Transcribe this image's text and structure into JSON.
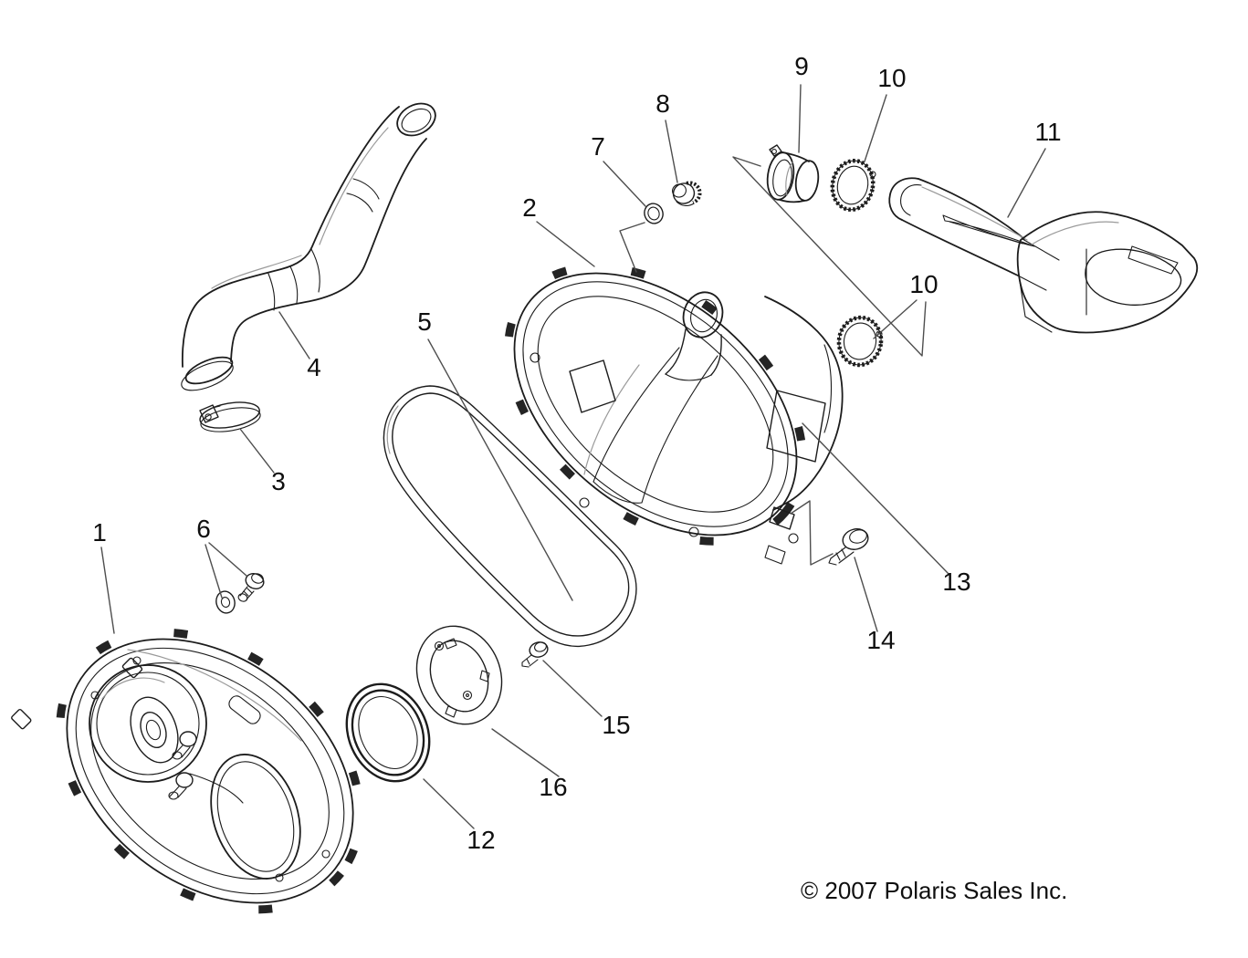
{
  "diagram": {
    "figure": "exploded-parts-diagram",
    "copyright": "© 2007 Polaris Sales Inc.",
    "colors": {
      "background": "#ffffff",
      "line": "#1c1c1c",
      "leader": "#4e4e4e",
      "text": "#0f0f0f"
    },
    "callouts": [
      {
        "num": "1"
      },
      {
        "num": "2"
      },
      {
        "num": "3"
      },
      {
        "num": "4"
      },
      {
        "num": "5"
      },
      {
        "num": "6"
      },
      {
        "num": "7"
      },
      {
        "num": "8"
      },
      {
        "num": "9"
      },
      {
        "num": "10"
      },
      {
        "num": "10"
      },
      {
        "num": "11"
      },
      {
        "num": "12"
      },
      {
        "num": "13"
      },
      {
        "num": "14"
      },
      {
        "num": "15"
      },
      {
        "num": "16"
      }
    ]
  }
}
